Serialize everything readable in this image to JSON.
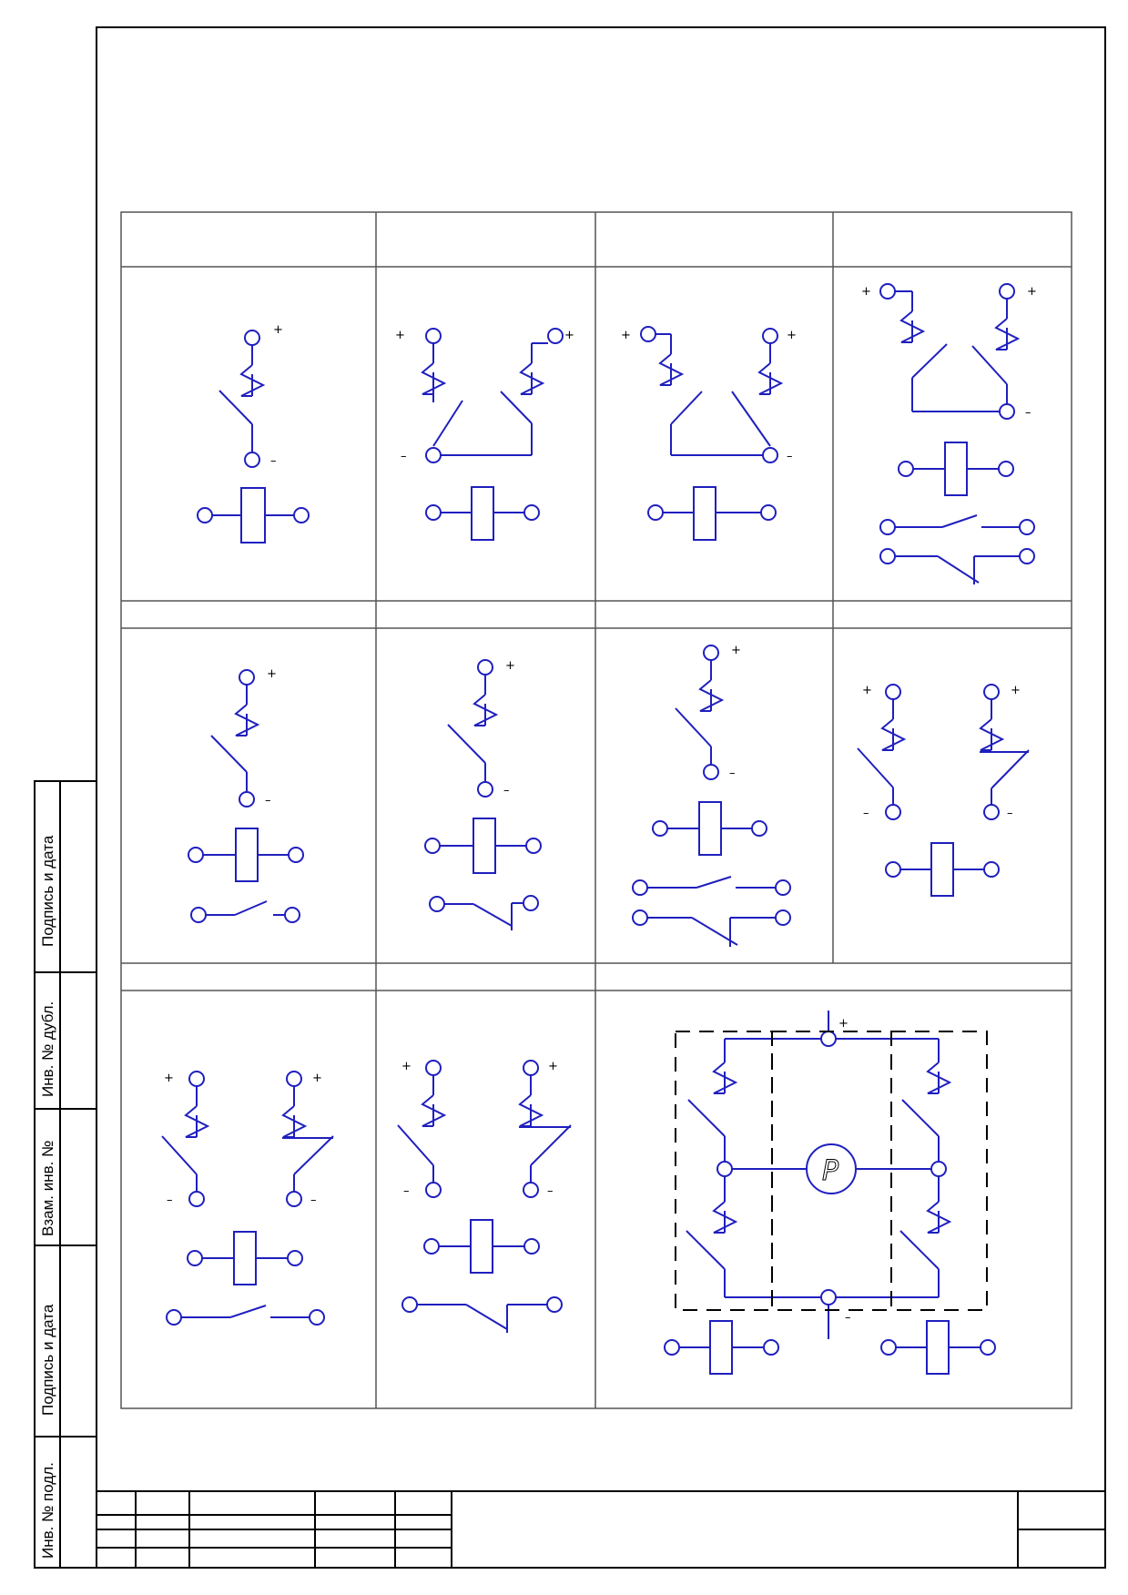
{
  "sheet": {
    "side_stamp": {
      "labels": [
        "Подпись и дата",
        "Инв. № дубл.",
        "Взам. инв. №",
        "Подпись и дата",
        "Инв. № подл."
      ]
    }
  },
  "table": {
    "rows": 3,
    "columns": 4,
    "header_cells_text": [
      "",
      "",
      "",
      ""
    ],
    "caption_cells_text": [
      "",
      "",
      "",
      ""
    ]
  },
  "symbols": {
    "plus_sign": "+",
    "minus_sign": "–",
    "meter_label": "P",
    "line_color": "#1f1fbf",
    "frame_color": "#000000",
    "grid_color": "#555555"
  },
  "cells": [
    {
      "id": "r1c1",
      "content": "single switch with thermal element, relay coil"
    },
    {
      "id": "r1c2",
      "content": "two switches with thermal elements, common minus left"
    },
    {
      "id": "r1c3",
      "content": "two switches with thermal elements, common minus right"
    },
    {
      "id": "r1c4",
      "content": "two switches, relay coil, normally open and normally closed contacts"
    },
    {
      "id": "r2c1",
      "content": "switch, relay coil, normally open contact"
    },
    {
      "id": "r2c2",
      "content": "switch, relay coil, normally closed contact"
    },
    {
      "id": "r2c3",
      "content": "switch, relay coil, normally open and normally closed contacts"
    },
    {
      "id": "r2c4",
      "content": "two switches, relay coil"
    },
    {
      "id": "r3c1",
      "content": "two switches, relay coil, normally open contact"
    },
    {
      "id": "r3c2",
      "content": "two switches, relay coil, normally closed contact"
    },
    {
      "id": "r3c3",
      "content": "bridge circuit with meter P, two relay coils"
    }
  ]
}
